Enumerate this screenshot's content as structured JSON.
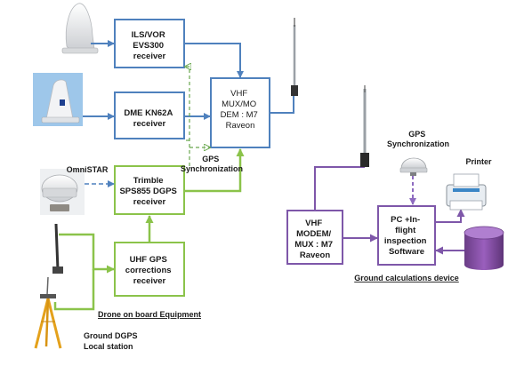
{
  "colors": {
    "blue": "#4f81bd",
    "green": "#8bc34a",
    "green_dark": "#6fa63d",
    "purple": "#7e57a9",
    "dashed_green": "#6aa84f",
    "dashed_purple": "#8e6bc0",
    "dashed_blue": "#4f81bd"
  },
  "boxes": {
    "ils_vor": [
      "ILS/VOR",
      "EVS300",
      "receiver"
    ],
    "dme": [
      "DME  KN62A",
      "receiver"
    ],
    "vhf_onboard": [
      "VHF",
      "MUX/MO",
      "DEM : M7",
      "Raveon"
    ],
    "trimble": [
      "Trimble",
      "SPS855 DGPS",
      "receiver"
    ],
    "uhf": [
      "UHF GPS",
      "corrections",
      "receiver"
    ],
    "vhf_ground": [
      "VHF",
      "MODEM/",
      "MUX : M7",
      "Raveon"
    ],
    "pc": [
      "PC +In-",
      "flight",
      "inspection",
      "Software"
    ]
  },
  "captions": {
    "omnistar": "OmniSTAR",
    "gps_sync_onboard": [
      "GPS",
      "Synchronization"
    ],
    "gps_sync_ground": [
      "GPS",
      "Synchronization"
    ],
    "printer": "Printer",
    "drone_onboard": "Drone on board Equipment",
    "ground_device": "Ground calculations  device",
    "ground_dgps": [
      "Ground DGPS",
      "Local  station"
    ]
  },
  "icons": {
    "antenna_top": "blade-antenna-icon",
    "antenna_dme": "fin-antenna-icon",
    "omnistar_dome": "gps-dome-antenna-icon",
    "whip_uhf": "whip-antenna-icon",
    "tripod": "survey-tripod-icon",
    "vhf_mast_onboard": "vhf-mast-antenna-icon",
    "vhf_mast_ground": "vhf-mast-antenna-icon",
    "gps_puck": "gps-puck-icon",
    "printer": "printer-icon",
    "database": "database-icon"
  }
}
